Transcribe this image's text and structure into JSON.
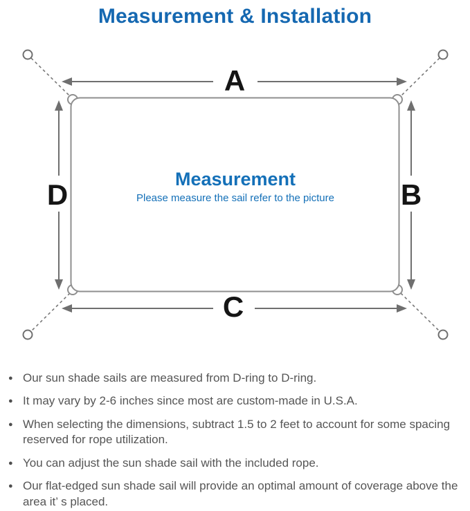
{
  "page_title": "Measurement & Installation",
  "diagram": {
    "dimension_labels": {
      "top": "A",
      "right": "B",
      "bottom": "C",
      "left": "D"
    },
    "center_title": "Measurement",
    "center_subtitle": "Please measure the sail refer to the picture"
  },
  "bullet_glyph": "●",
  "notes": [
    "Our sun shade sails are measured from D-ring to D-ring.",
    "It may vary by 2-6 inches since most are custom-made in U.S.A.",
    "When selecting the dimensions, subtract 1.5 to 2 feet to account for some spacing reserved for rope utilization.",
    "You can adjust the sun shade sail with the included rope.",
    "Our flat-edged sun shade sail will provide an optimal amount of coverage above the area it’ s placed."
  ],
  "colors": {
    "heading_blue": "#1568b1",
    "center_text_blue": "#1470b8",
    "sail_outline_gray": "#8f8f8f",
    "arrow_gray": "#6f6f6f",
    "note_text_gray": "#555555"
  }
}
